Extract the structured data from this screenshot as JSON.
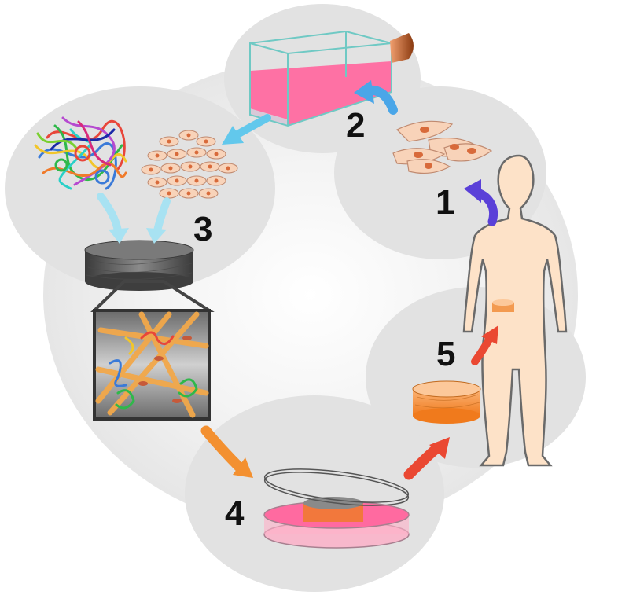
{
  "steps": [
    {
      "number": "1",
      "icon": "human-body-icon"
    },
    {
      "number": "2",
      "icon": "culture-flask-icon"
    },
    {
      "number": "3",
      "icon": "scaffold-seeding-icon"
    },
    {
      "number": "4",
      "icon": "petri-dish-icon"
    },
    {
      "number": "5",
      "icon": "implant-disc-icon"
    }
  ],
  "colors": {
    "bubble": "#e3e3e3",
    "ring": "#ececec",
    "body_fill": "#fde2c8",
    "medium_pink": "#ff6aa0",
    "arrow_blue": "#4aa6e8",
    "arrow_cyan": "#62c8ec",
    "arrow_purple": "#5a40d8",
    "arrow_orange": "#f39030",
    "arrow_red": "#ea4832",
    "scaffold_gray": "#5a5a5a",
    "tissue_orange": "#f7913c"
  }
}
